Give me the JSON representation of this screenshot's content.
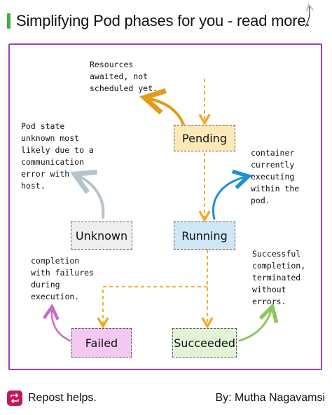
{
  "header": {
    "title": "Simplifying Pod phases for you - read more."
  },
  "diagram": {
    "nodes": {
      "pending": {
        "label": "Pending",
        "color": "#fde9b8"
      },
      "running": {
        "label": "Running",
        "color": "#cfe6f7"
      },
      "unknown": {
        "label": "Unknown",
        "color": "#eeeeee"
      },
      "failed": {
        "label": "Failed",
        "color": "#f3c8f2"
      },
      "succeeded": {
        "label": "Succeeded",
        "color": "#e3f3d5"
      }
    },
    "notes": {
      "pending": "Resources\nawaited, not\nscheduled yet.",
      "unknown": "Pod state\nunknown most\nlikely due to a\ncommunication\nerror with\nhost.",
      "running": "container\ncurrently\nexecuting\nwithin the\npod.",
      "failed": "completion\nwith failures\nduring\nexecution.",
      "succeeded": "Successful\ncompletion,\nterminated\nwithout\nerrors."
    },
    "colors": {
      "flow_arrow": "#f5a623",
      "pending_arrow": "#e39c1a",
      "running_arrow": "#1f8fd6",
      "unknown_arrow": "#b7c3cc",
      "failed_arrow": "#c86bc9",
      "succeeded_arrow": "#8cc85a",
      "frame": "#9b3fc4"
    }
  },
  "footer": {
    "repost_label": "Repost helps.",
    "author": "By: Mutha Nagavamsi",
    "repost_icon": "repost-icon"
  }
}
